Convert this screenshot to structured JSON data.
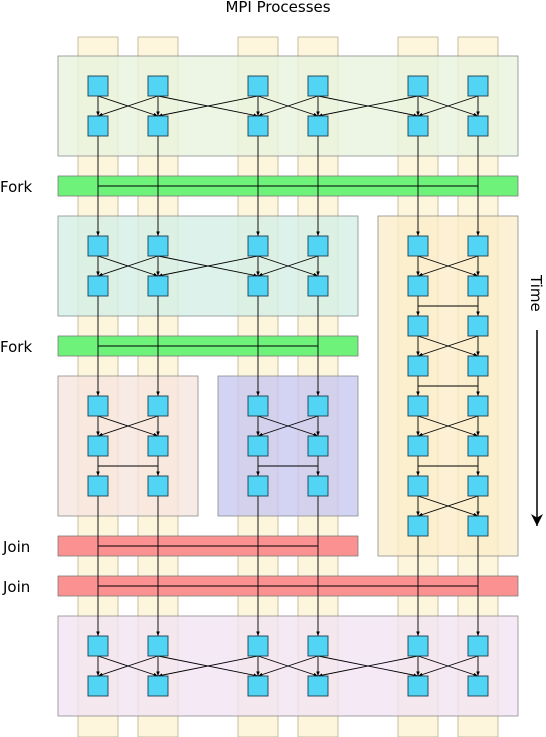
{
  "title": "MPI Processes",
  "time_label": "Time",
  "labels": {
    "fork1": "Fork",
    "fork2": "Fork",
    "join1": "Join",
    "join2": "Join"
  },
  "colors": {
    "process_column": "#fdf6dd",
    "node": "#52d4f5",
    "fork_bar": "#6ef27a",
    "join_bar": "#fc9191",
    "group_all_top": "#e8f4de",
    "group_left_mid": "#d5efe6",
    "group_right": "#fbeecb",
    "group_a": "#f6e5df",
    "group_b": "#c8c8f0",
    "group_all_bottom": "#f3e3f3",
    "edge": "#000000"
  },
  "process_count": 6
}
